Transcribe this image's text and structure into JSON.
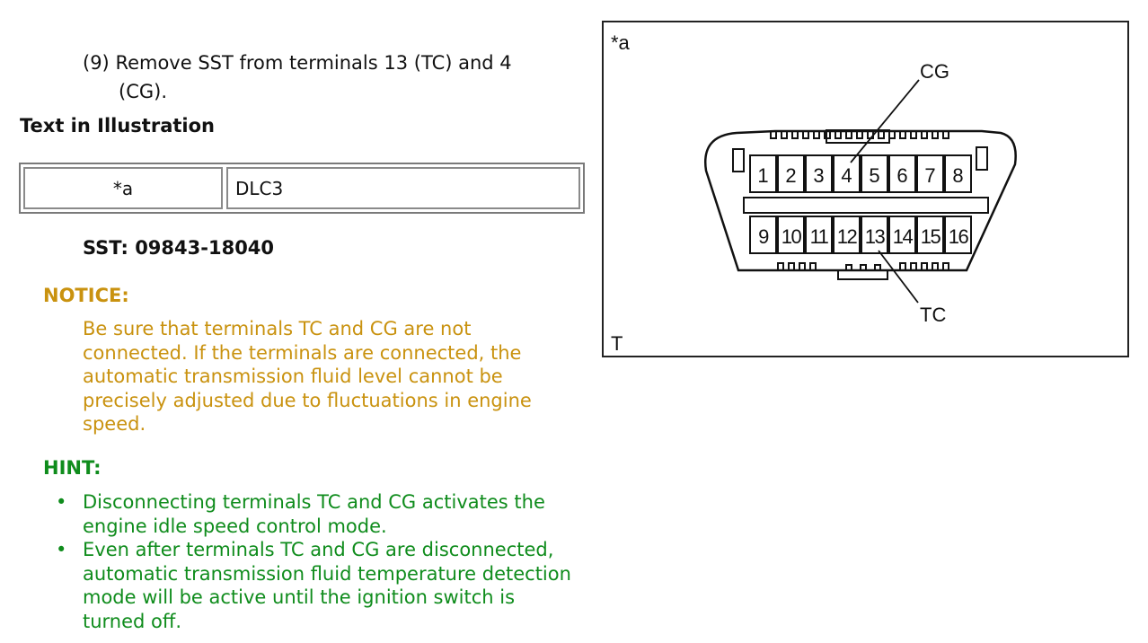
{
  "step": {
    "number": "(9)",
    "line1": "Remove SST from terminals 13 (TC) and 4",
    "line2": "(CG)."
  },
  "text_in_illustration": {
    "heading": "Text in Illustration",
    "rows": [
      {
        "key": "*a",
        "value": "DLC3"
      }
    ]
  },
  "sst": "SST: 09843-18040",
  "notice": {
    "heading": "NOTICE:",
    "lines": [
      "Be sure that terminals TC and CG are not",
      "connected. If the terminals are connected, the",
      "automatic transmission fluid level cannot be",
      "precisely adjusted due to fluctuations in engine",
      "speed."
    ]
  },
  "hint": {
    "heading": "HINT:",
    "bullet": "•",
    "items": [
      {
        "lines": [
          "Disconnecting terminals TC and CG activates the",
          "engine idle speed control mode."
        ]
      },
      {
        "lines": [
          "Even after terminals TC and CG are disconnected,",
          "automatic transmission fluid temperature detection",
          "mode will be active until the ignition switch is",
          "turned off."
        ]
      }
    ]
  },
  "diagram": {
    "label_a": "*a",
    "label_t": "T",
    "label_cg": "CG",
    "label_tc": "TC",
    "top_pins": [
      "1",
      "2",
      "3",
      "4",
      "5",
      "6",
      "7",
      "8"
    ],
    "bottom_pins": [
      "9",
      "10",
      "11",
      "12",
      "13",
      "14",
      "15",
      "16"
    ]
  }
}
